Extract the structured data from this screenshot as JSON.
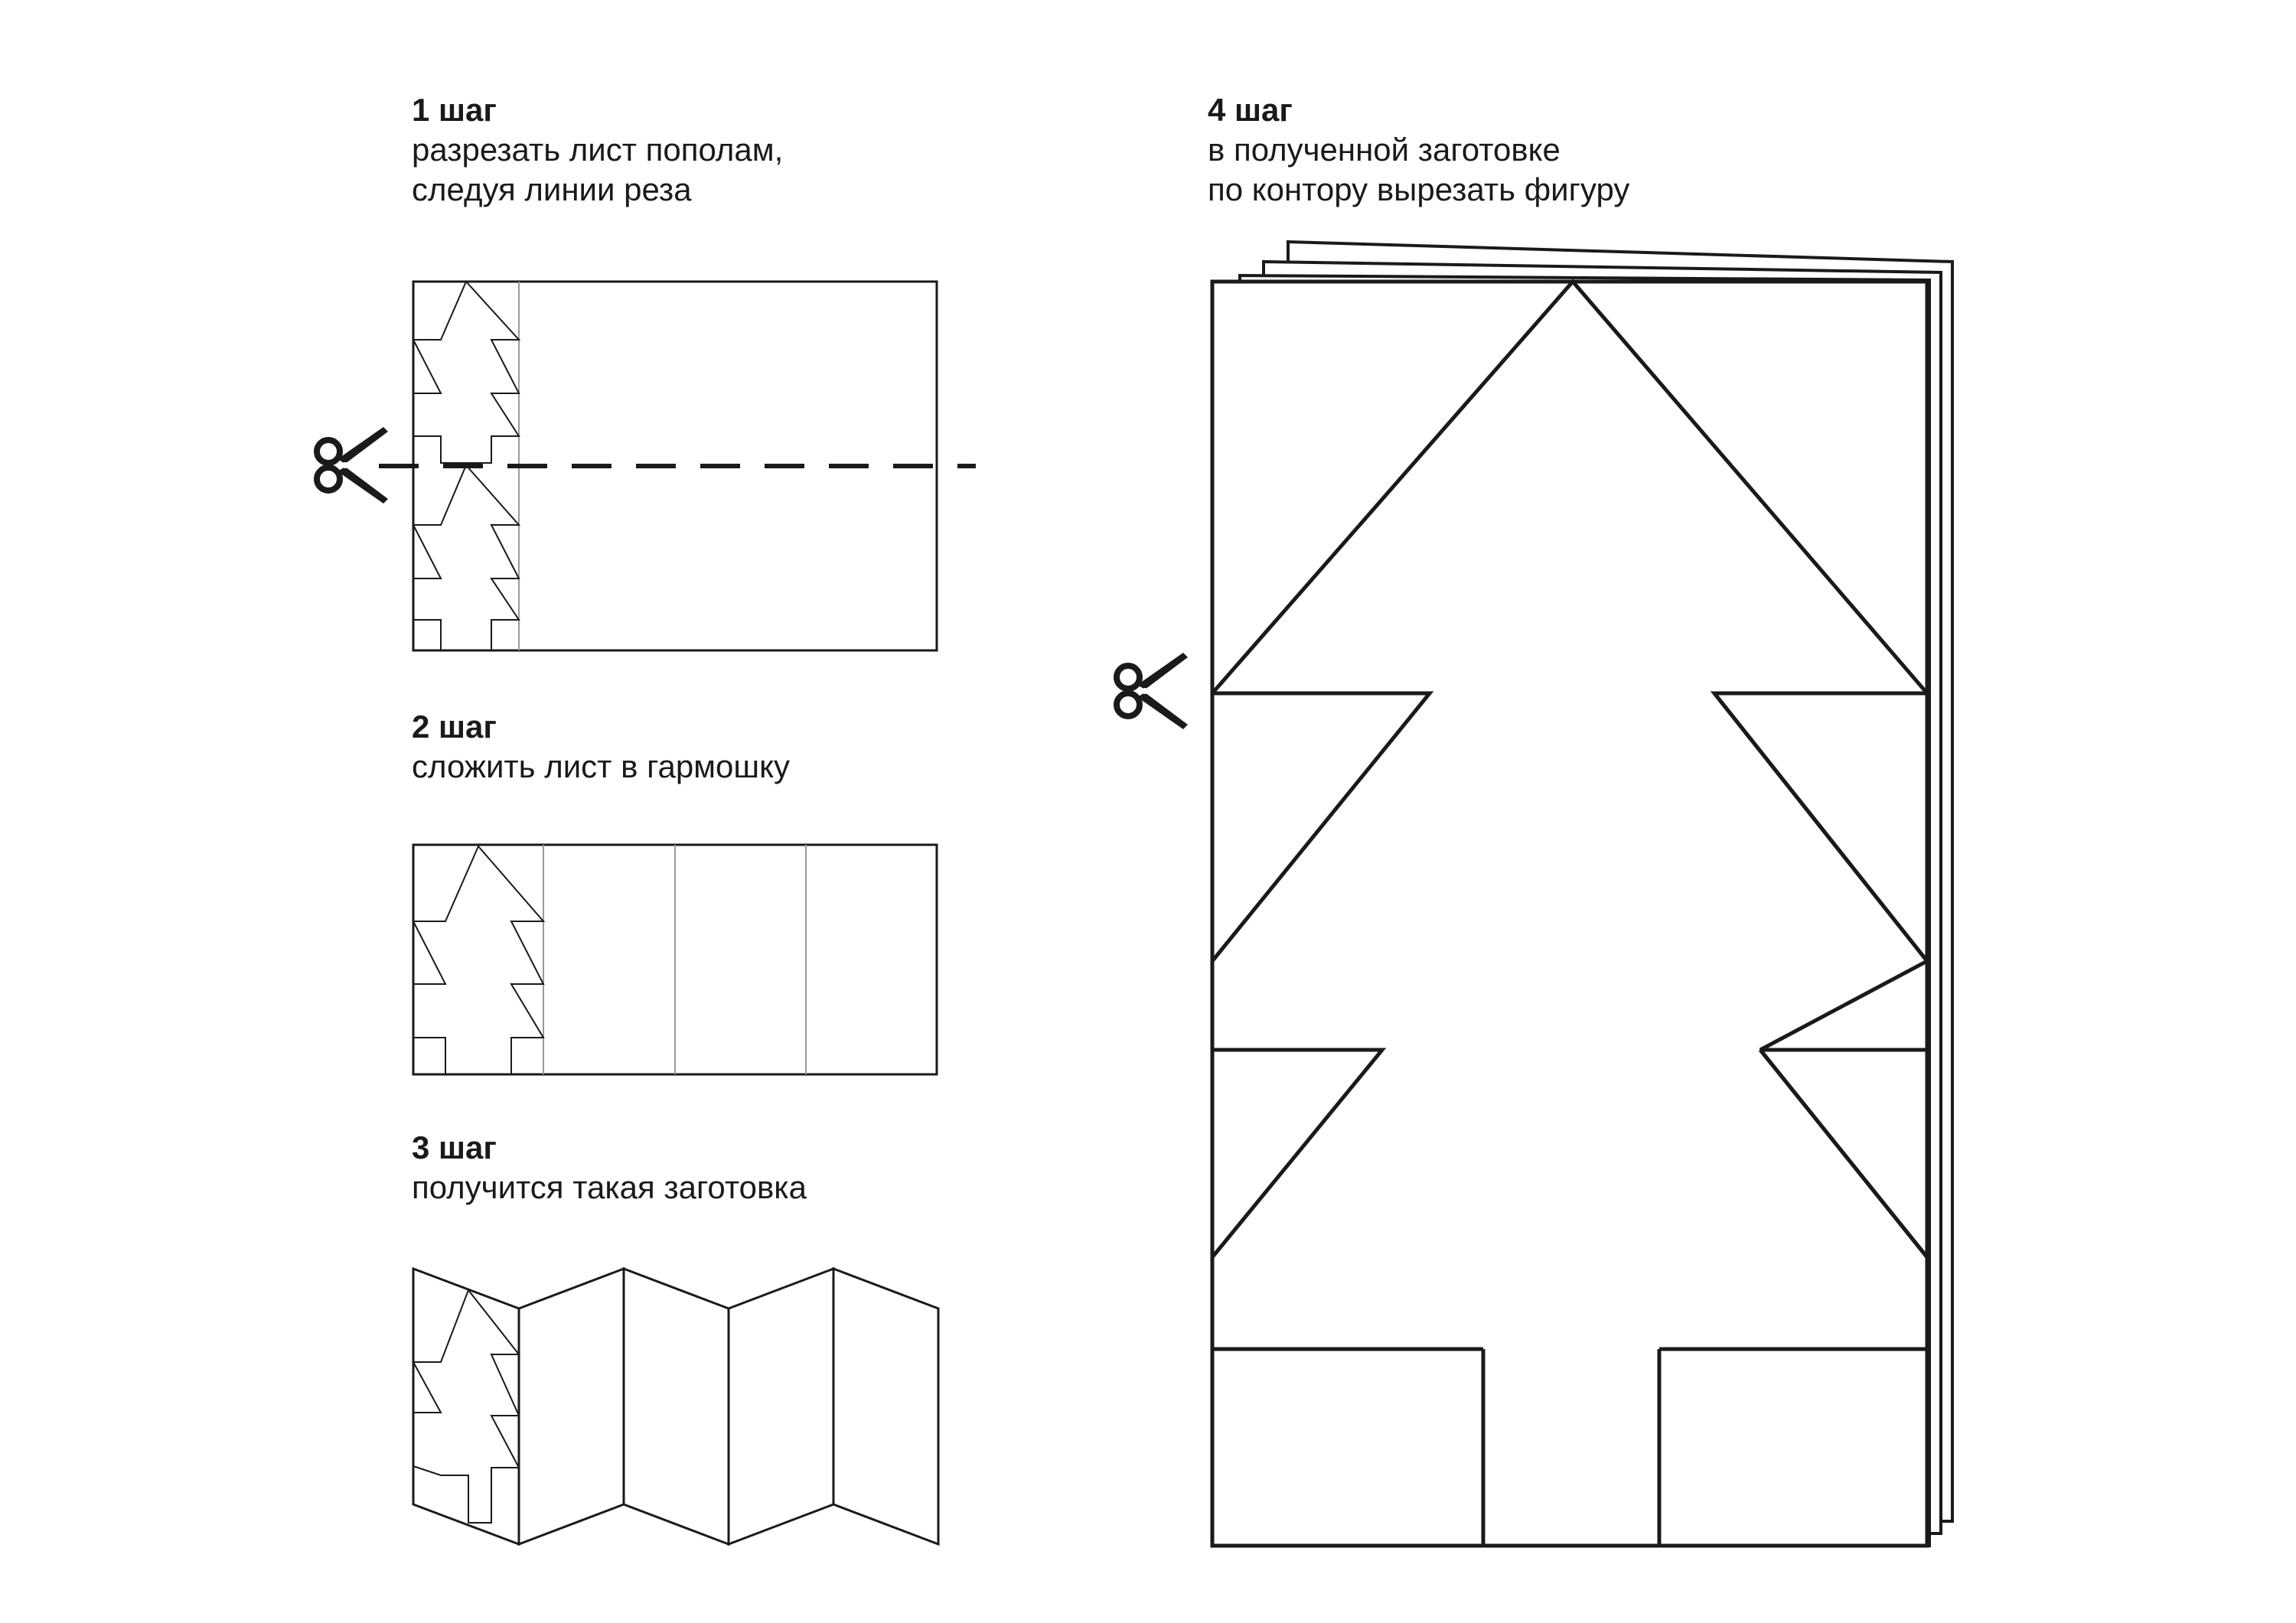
{
  "steps": [
    {
      "title": "1 шаг",
      "description": "разрезать лист пополам,\nследуя линии реза"
    },
    {
      "title": "2 шаг",
      "description": "сложить лист в гармошку"
    },
    {
      "title": "3 шаг",
      "description": "получится такая заготовка"
    },
    {
      "title": "4 шаг",
      "description": "в полученной заготовке\nпо контору вырезать фигуру"
    }
  ],
  "icons": {
    "scissors": "scissors-icon"
  },
  "colors": {
    "line": "#1a1a1a",
    "fold_line": "#9a9a9a"
  }
}
